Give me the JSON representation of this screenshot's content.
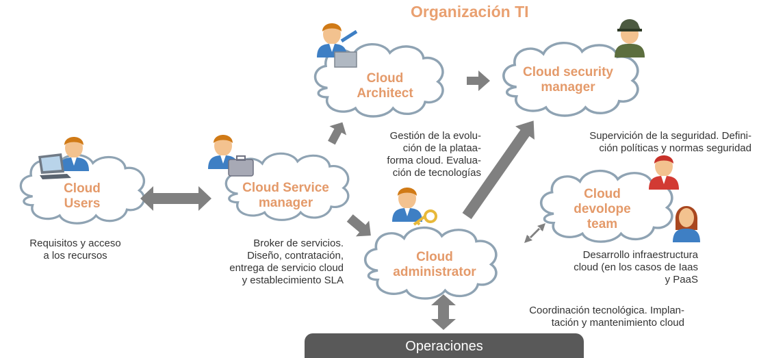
{
  "title": "Organización TI",
  "nodes": {
    "users": {
      "label1": "Cloud",
      "label2": "Users",
      "note1": "Requisitos y acceso",
      "note2": "a los recursos"
    },
    "service_manager": {
      "label1": "Cloud Service",
      "label2": "manager",
      "note1": "Broker de servicios.",
      "note2": "Diseño, contratación,",
      "note3": "entrega de servicio cloud",
      "note4": "y establecimiento SLA"
    },
    "architect": {
      "label1": "Cloud",
      "label2": "Architect",
      "note1": "Gestión de la evolu-",
      "note2": "ción de la plataa-",
      "note3": "forma cloud. Evalua-",
      "note4": "ción de tecnologías"
    },
    "security": {
      "label1": "Cloud security",
      "label2": "manager",
      "note1": "Supervición de la seguridad. Defini-",
      "note2": "ción políticas y normas seguridad"
    },
    "administrator": {
      "label1": "Cloud",
      "label2": "administrator",
      "note1": "Coordinación tecnológica. Implan-",
      "note2": "tación y mantenimiento cloud"
    },
    "devteam": {
      "label1": "Cloud",
      "label2": "devolope",
      "label3": "team",
      "note1": "Desarrollo infraestructura",
      "note2": "cloud (en los casos de Iaas",
      "note3": "y PaaS"
    }
  },
  "operations": "Operaciones",
  "colors": {
    "label": "#e49a6a",
    "title": "#e9a070",
    "arrow": "#808080",
    "cloud_stroke": "#8fa3b3",
    "bar": "#595959"
  },
  "icons": [
    "user-laptop-icon",
    "user-briefcase-icon",
    "user-presenter-icon",
    "security-guard-icon",
    "user-key-icon",
    "developer-male-icon",
    "developer-female-icon"
  ]
}
